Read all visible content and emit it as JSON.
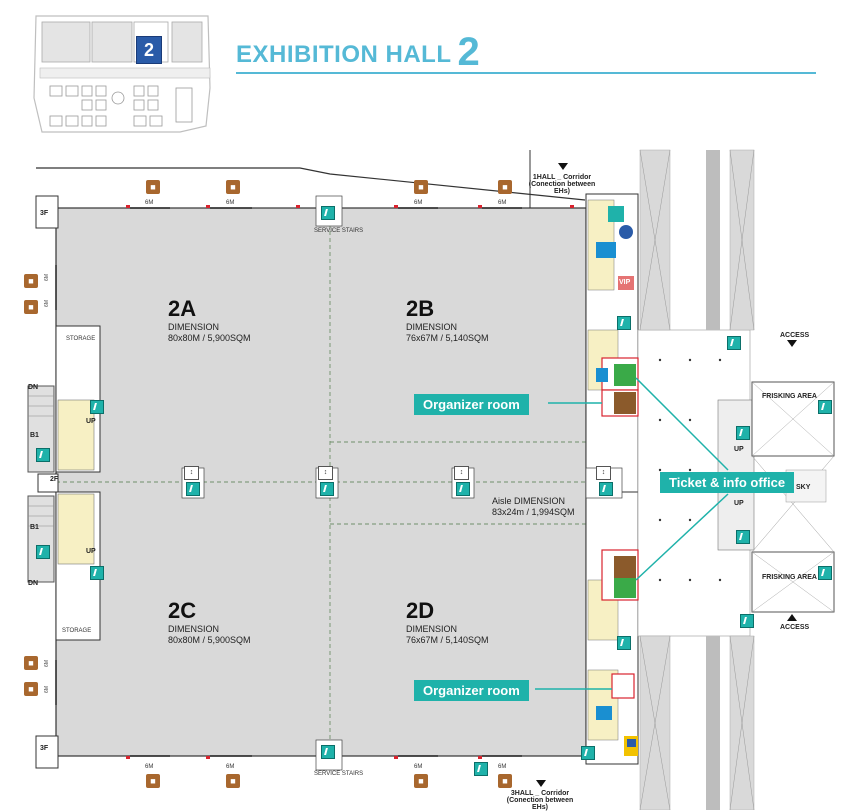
{
  "title": {
    "text": "EXHIBITION HALL",
    "number": "2"
  },
  "keymap": {
    "highlight": "2"
  },
  "halls": [
    {
      "id": "2A",
      "dimension_label": "DIMENSION",
      "dimension": "80x80M / 5,900SQM"
    },
    {
      "id": "2B",
      "dimension_label": "DIMENSION",
      "dimension": "76x67M / 5,140SQM"
    },
    {
      "id": "2C",
      "dimension_label": "DIMENSION",
      "dimension": "80x80M / 5,900SQM"
    },
    {
      "id": "2D",
      "dimension_label": "DIMENSION",
      "dimension": "76x67M / 5,140SQM"
    }
  ],
  "aisle": {
    "label": "Aisle DIMENSION",
    "dimension": "83x24m / 1,994SQM"
  },
  "callouts": {
    "organizer_top": "Organizer room",
    "organizer_bottom": "Organizer room",
    "ticket": "Ticket & info office"
  },
  "corridors": {
    "top": "1HALL _ Corridor",
    "top_sub": "(Conection between EHs)",
    "bottom": "3HALL _ Corridor",
    "bottom_sub": "(Conection between EHs)"
  },
  "access": {
    "top": "ACCESS",
    "bottom": "ACCESS"
  },
  "frisking": {
    "top": "FRISKING AREA",
    "bottom": "FRISKING AREA"
  },
  "doors": [
    "6M",
    "6M",
    "6M",
    "6M",
    "6M",
    "6M",
    "6M",
    "6M",
    "6M",
    "6M",
    "6M",
    "6M"
  ],
  "floor_labels": {
    "f3_top": "3F",
    "f3_bottom": "3F",
    "f2": "2F",
    "b1_top": "B1",
    "b1_bottom": "B1",
    "dn_top": "DN",
    "dn_bottom": "DN",
    "up_1": "UP",
    "up_2": "UP",
    "up_3": "UP",
    "up_4": "UP"
  },
  "storage": {
    "top": "STORAGE",
    "bottom": "STORAGE"
  },
  "service_stairs": "SERVICE STAIRS",
  "misc": {
    "sky": "SKY",
    "vip": "VIP"
  },
  "colors": {
    "accent": "#55b9d6",
    "callout": "#1fb2aa",
    "hall_fill": "#d9d9d9",
    "truck": "#a8672e",
    "highlight_red": "#d9232e"
  }
}
